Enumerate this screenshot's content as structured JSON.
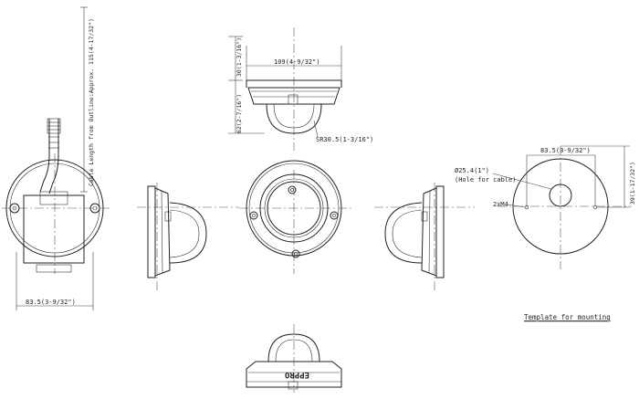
{
  "labels": {
    "cable_length": "Cable Length from Outline:Approx. 115(4-17/32\")",
    "bottom_width": "83.5(3-9/32\")",
    "top_width": "109(4-9/32\")",
    "top_height_upper": "30(1-3/16\")",
    "top_height_total": "62(2-7/16\")",
    "dome_radius": "SR30.5(1-3/16\")",
    "template_width": "83.5(3-9/32\")",
    "template_height": "39(1-17/32\")",
    "hole_diameter": "Ø25.4(1\")",
    "hole_note": "(Hole for cable)",
    "screw": "2xM4",
    "template_caption": "Template for mounting",
    "brand": "EPPRO"
  }
}
